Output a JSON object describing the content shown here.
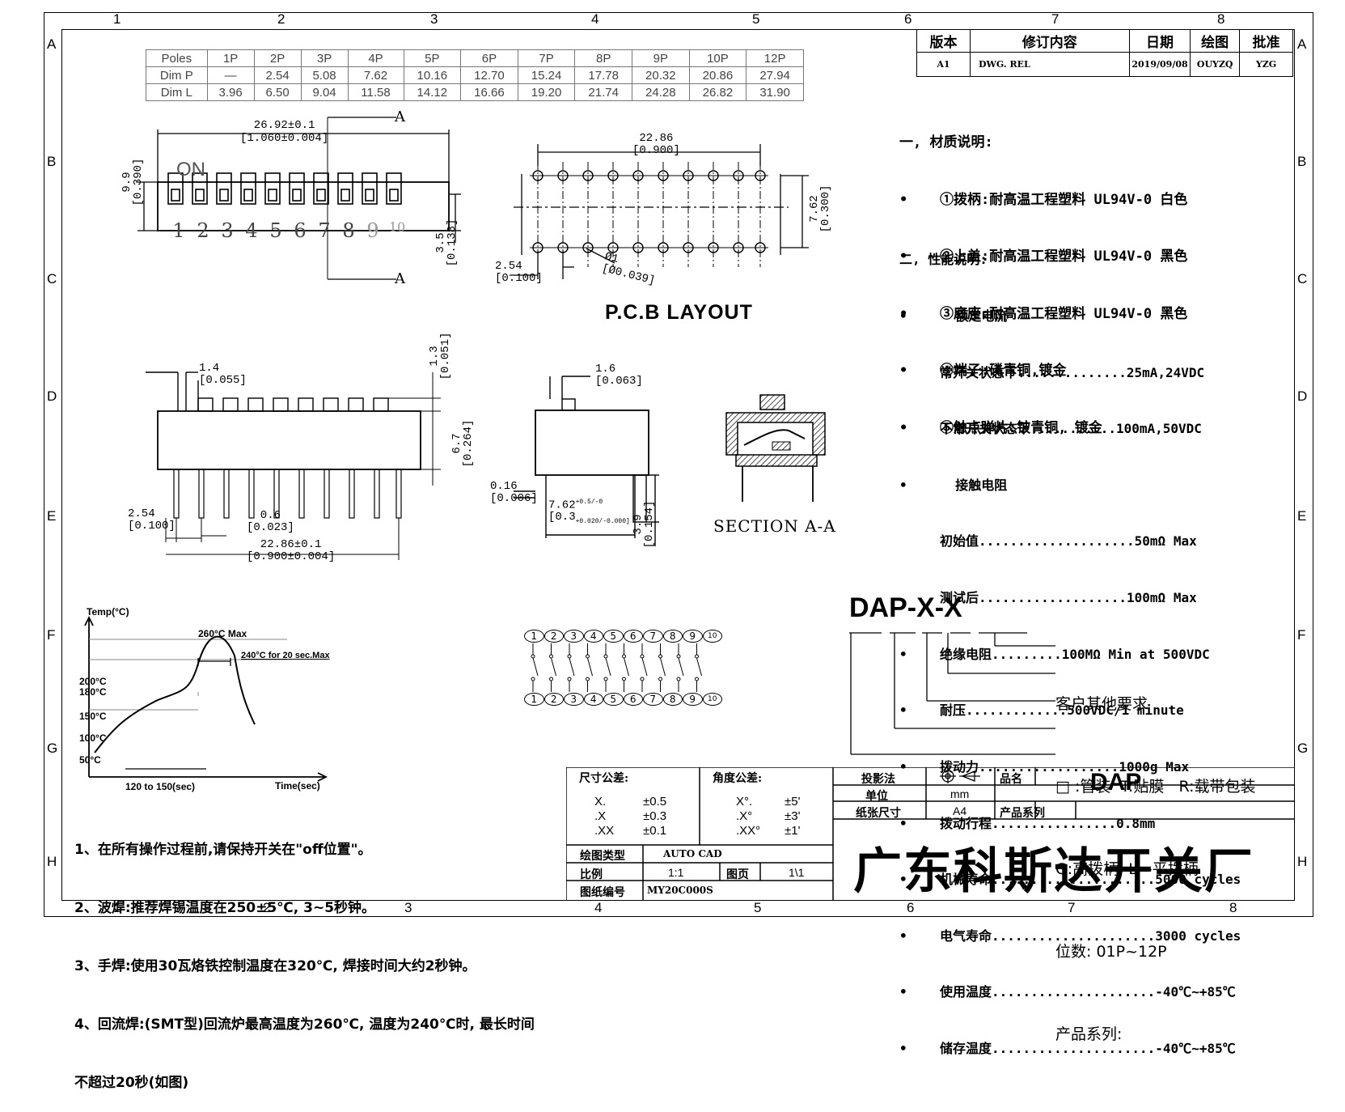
{
  "zones": {
    "cols": [
      "1",
      "2",
      "3",
      "4",
      "5",
      "6",
      "7",
      "8"
    ],
    "rows": [
      "A",
      "B",
      "C",
      "D",
      "E",
      "F",
      "G",
      "H"
    ]
  },
  "poles_table": {
    "rows": [
      [
        "Poles",
        "1P",
        "2P",
        "3P",
        "4P",
        "5P",
        "6P",
        "7P",
        "8P",
        "9P",
        "10P",
        "12P"
      ],
      [
        "Dim P",
        "—",
        "2.54",
        "5.08",
        "7.62",
        "10.16",
        "12.70",
        "15.24",
        "17.78",
        "20.32",
        "20.86",
        "27.94"
      ],
      [
        "Dim L",
        "3.96",
        "6.50",
        "9.04",
        "11.58",
        "14.12",
        "16.66",
        "19.20",
        "21.74",
        "24.28",
        "26.82",
        "31.90"
      ]
    ]
  },
  "revision": {
    "headers": [
      "版本",
      "修订内容",
      "日期",
      "绘图",
      "批准"
    ],
    "row": [
      "A1",
      "DWG. REL",
      "2019/09/08",
      "OUYZQ",
      "YZG"
    ]
  },
  "top_view": {
    "width_dim": "26.92±0.1",
    "width_inch": "[1.060±0.004]",
    "section_mark_top": "A",
    "section_mark_bottom": "A",
    "height_dim": "9.9",
    "height_inch": "[0.390]",
    "on_label": "ON",
    "switch_numbers": [
      "1",
      "2",
      "3",
      "4",
      "5",
      "6",
      "7",
      "8",
      "9",
      "10"
    ],
    "offset_dim": "3.5",
    "offset_inch": "[0.138]"
  },
  "pcb": {
    "width_dim": "22.86",
    "width_inch": "[0.900]",
    "row_dim": "7.62",
    "row_inch": "[0.300]",
    "pitch_dim": "2.54",
    "pitch_inch": "[0.100]",
    "hole_dim": "Ø1",
    "hole_inch": "[Ø0.039]",
    "title": "P.C.B LAYOUT"
  },
  "front_view": {
    "act_dim": "1.4",
    "act_inch": "[0.055]",
    "act_h_dim": "1.3",
    "act_h_inch": "[0.051]",
    "body_dim": "6.7",
    "body_inch": "[0.264]",
    "pitch_dim": "2.54",
    "pitch_inch": "[0.100]",
    "pin_dim": "0.6",
    "pin_inch": "[0.023]",
    "total_dim": "22.86±0.1",
    "total_inch": "[0.900±0.004]"
  },
  "side_view": {
    "act_dim": "1.6",
    "act_inch": "[0.063]",
    "lead_dim": "0.16",
    "lead_inch": "[0.006]",
    "row_dim": "7.62",
    "row_tol": "+0.5/-0",
    "row_inch": "[0.3",
    "row_inch_tol": "+0.020/-0.000]",
    "pin_len_dim": "3.9",
    "pin_len_inch": "[0.154]"
  },
  "section": {
    "title": "SECTION A-A"
  },
  "materials": {
    "heading": "一, 材质说明:",
    "items": [
      "①拨柄:耐高温工程塑料 UL94V-0 白色",
      "②上盖:耐高温工程塑料 UL94V-0 黑色",
      "③底座:耐高温工程塑料 UL94V-0 黑色",
      "④端子:磷青铜,镀金",
      "⑤触点弹片:铍青铜, 镀金"
    ]
  },
  "performance": {
    "heading": "二, 性能说明:",
    "lines": [
      {
        "bullet": true,
        "text": "  额定电流"
      },
      {
        "bullet": false,
        "text": "常开关状态下..............25mA,24VDC"
      },
      {
        "bullet": false,
        "text": "不常开关状态下...........100mA,50VDC"
      },
      {
        "bullet": true,
        "text": "  接触电阻"
      },
      {
        "bullet": false,
        "text": "初始值....................50mΩ Max"
      },
      {
        "bullet": false,
        "text": "测试后...................100mΩ Max"
      },
      {
        "bullet": true,
        "text": "绝缘电阻.........100MΩ Min at 500VDC"
      },
      {
        "bullet": true,
        "text": "耐压.............500VDC/1 minute"
      },
      {
        "bullet": true,
        "text": "拨动力..................1000g Max"
      },
      {
        "bullet": true,
        "text": "拨动行程................0.8mm"
      },
      {
        "bullet": true,
        "text": "机械寿命.....................5000 cycles"
      },
      {
        "bullet": true,
        "text": "电气寿命.....................3000 cycles"
      },
      {
        "bullet": true,
        "text": "使用温度.....................-40℃~+85℃"
      },
      {
        "bullet": true,
        "text": "储存温度.....................-40℃~+85℃"
      }
    ]
  },
  "part_number": {
    "code": "DAP-X-X",
    "legend": [
      "客户其他要求",
      "□ :管装  T:贴膜   R:载带包装",
      "G:高拨柄, L—平拨柄",
      "位数: 01P~12P",
      "产品系列:"
    ]
  },
  "reflow": {
    "ylabel": "Temp(°C)",
    "xlabel": "Time(sec)",
    "peak": "260°C Max",
    "hold": "240°C for 20 sec.Max",
    "y_ticks": [
      "200°C",
      "180°C",
      "150°C",
      "100°C",
      "50°C"
    ],
    "x_range": "120 to 150(sec)"
  },
  "circuit": {
    "numbers": [
      "1",
      "2",
      "3",
      "4",
      "5",
      "6",
      "7",
      "8",
      "9",
      "10"
    ]
  },
  "notes": [
    "1、在所有操作过程前,请保持开关在\"off位置\"。",
    "2、波焊:推荐焊锡温度在250±5℃, 3~5秒钟。",
    "3、手焊:使用30瓦烙铁控制温度在320℃, 焊接时间大约2秒钟。",
    "4、回流焊:(SMT型)回流炉最高温度为260℃, 温度为240℃时, 最长时间",
    "不超过20秒(如图)"
  ],
  "title_block": {
    "dim_tol_label": "尺寸公差:",
    "dim_tol": [
      [
        "X.",
        "±0.5"
      ],
      [
        ".X",
        "±0.3"
      ],
      [
        ".XX",
        "±0.1"
      ]
    ],
    "ang_tol_label": "角度公差:",
    "ang_tol": [
      [
        "X°.",
        "±5'"
      ],
      [
        ".X°",
        "±3'"
      ],
      [
        ".XX°",
        "±1'"
      ]
    ],
    "projection_label": "投影法",
    "unit_label": "单位",
    "unit_value": "mm",
    "paper_label": "纸张尺寸",
    "paper_value": "A4",
    "product_name_label": "品名",
    "product_name": "DAP",
    "series_label": "产品系列",
    "drawing_type_label": "绘图类型",
    "drawing_type": "AUTO CAD",
    "scale_label": "比例",
    "scale": "1:1",
    "page_label": "图页",
    "page": "1\\1",
    "drawing_no_label": "图纸编号",
    "drawing_no": "MY20C000S",
    "company": "广东科斯达开关厂"
  }
}
